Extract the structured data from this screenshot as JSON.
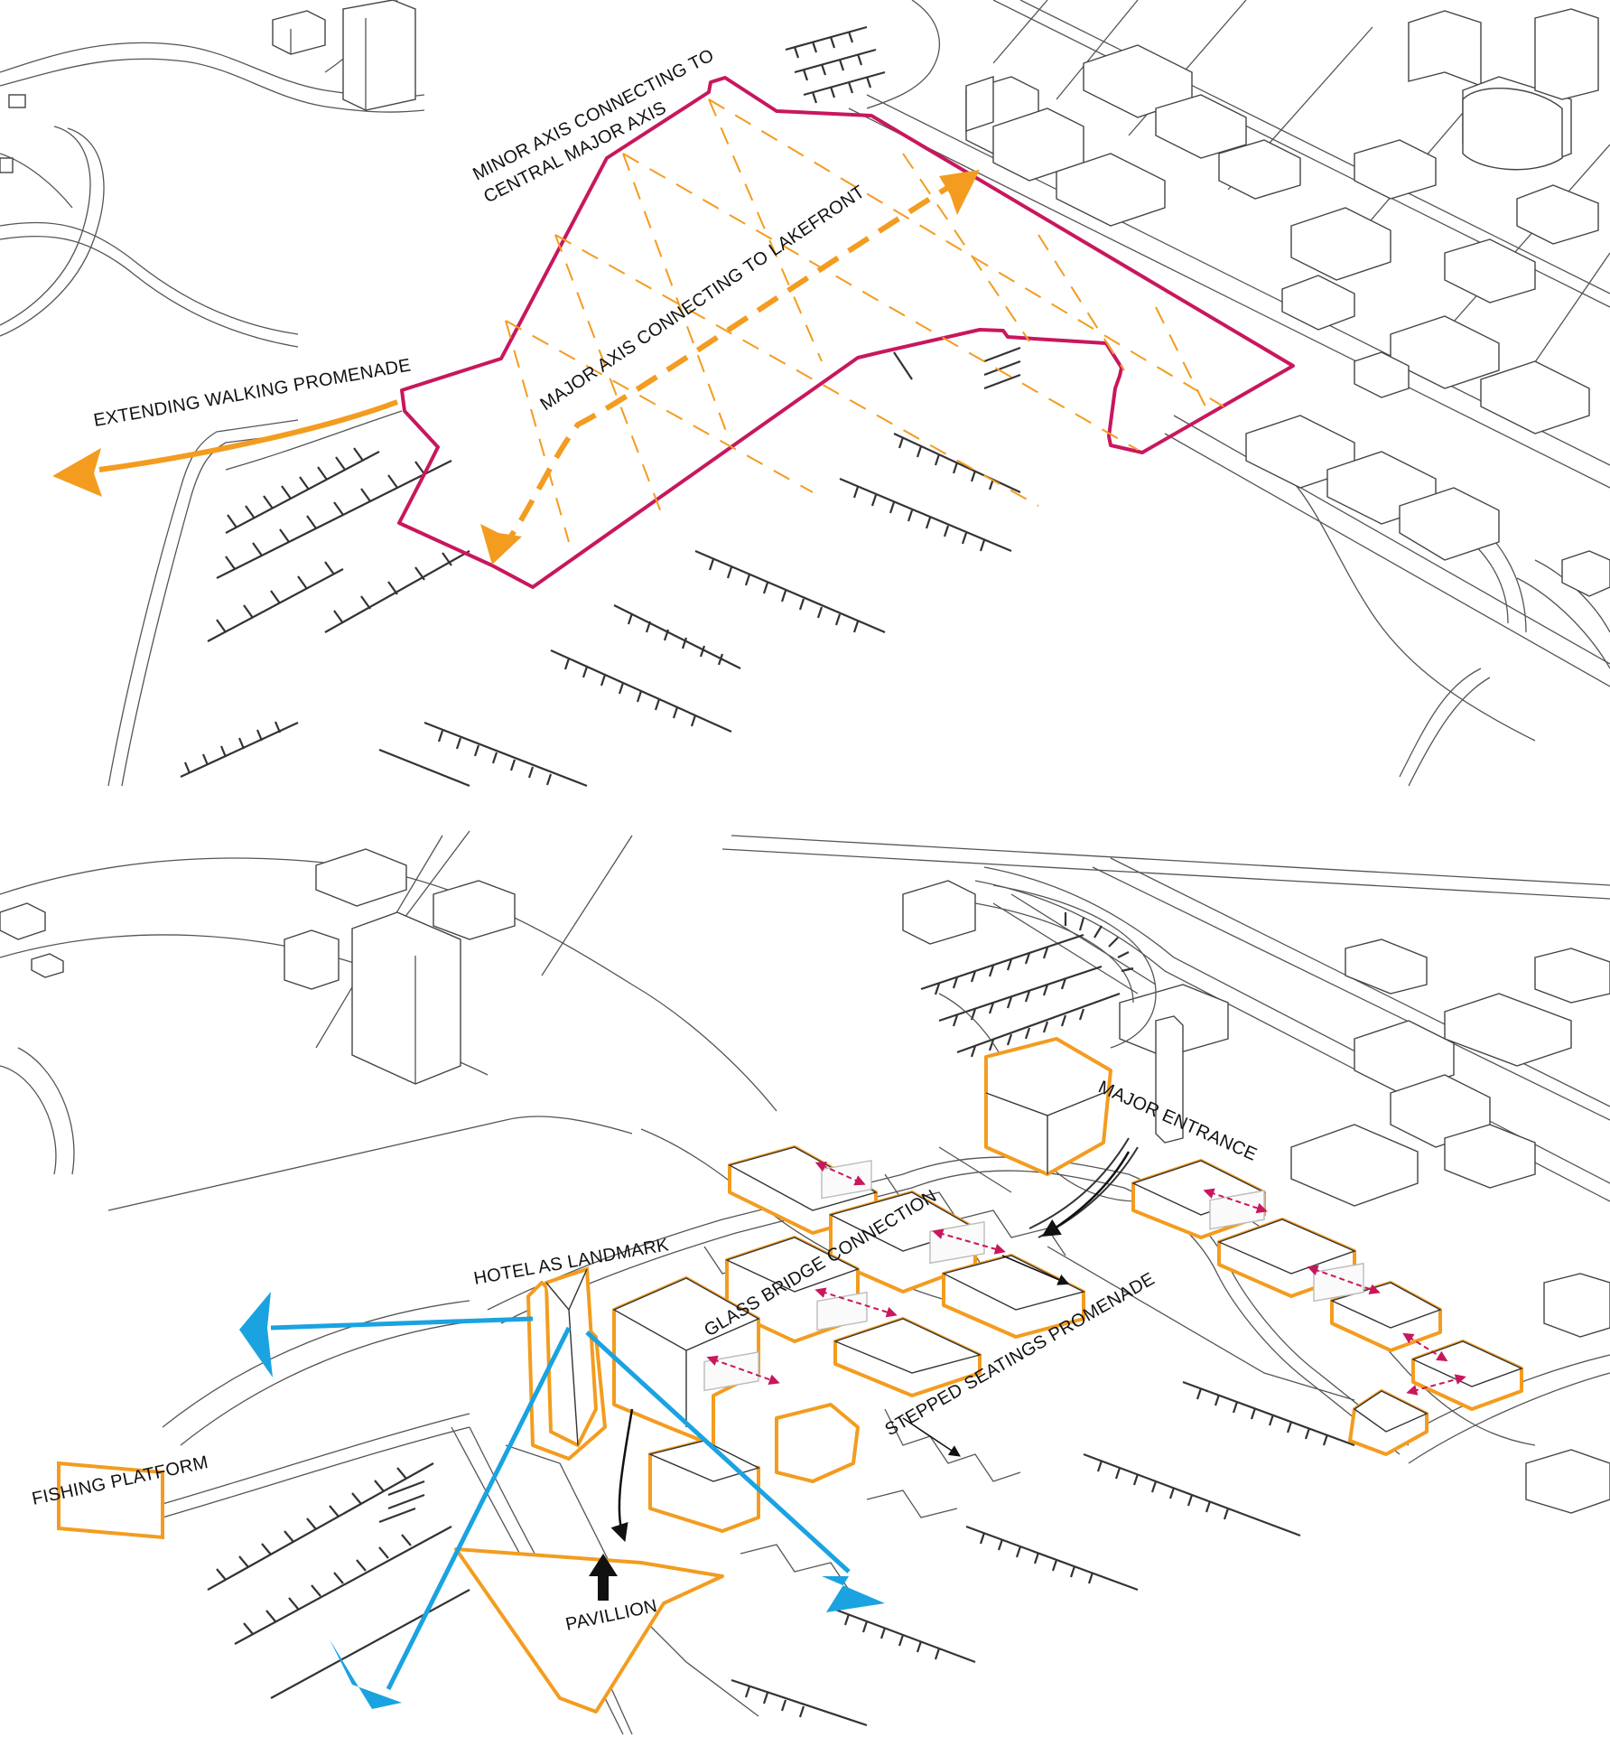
{
  "labels": {
    "minor_axis_line1": "MINOR AXIS CONNECTING TO",
    "minor_axis_line2": "CENTRAL MAJOR AXIS",
    "major_axis": "MAJOR AXIS CONNECTING TO LAKEFRONT",
    "walking_promenade": "EXTENDING WALKING PROMENADE",
    "major_entrance": "MAJOR ENTRANCE",
    "hotel_landmark": "HOTEL AS LANDMARK",
    "glass_bridge": "GLASS BRIDGE CONNECTION",
    "stepped_seatings": "STEPPED SEATINGS PROMENADE",
    "fishing_platform": "FISHING PLATFORM",
    "pavillion": "PAVILLION"
  },
  "colors": {
    "site_boundary": "#c8175d",
    "axis_orange": "#f39c1f",
    "view_arrow_blue": "#1aa3e0",
    "bridge_arrow": "#c8175d",
    "context_line": "#555555"
  }
}
